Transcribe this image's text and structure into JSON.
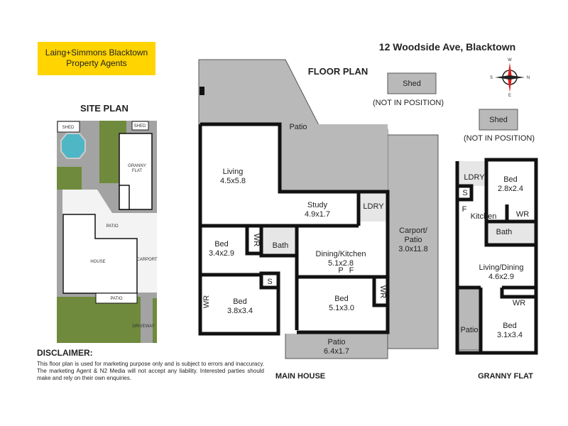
{
  "logo": {
    "line1": "Laing+Simmons Blacktown",
    "line2": "Property Agents",
    "color": "#FFD400"
  },
  "address": "12 Woodside Ave, Blacktown",
  "site_plan": {
    "title": "SITE PLAN",
    "labels": {
      "shed_left": "SHED",
      "shed_right": "SHED",
      "granny_flat_1": "GRANNY",
      "granny_flat_2": "FLAT",
      "patio_top": "PATIO",
      "house": "HOUSE",
      "carport": "CARPORT",
      "patio_bottom": "PATIO",
      "driveway": "DRIVEWAY"
    }
  },
  "floor_plan": {
    "title": "FLOOR PLAN",
    "main_house_label": "MAIN HOUSE",
    "granny_flat_label": "GRANNY FLAT",
    "sheds": [
      {
        "label": "Shed",
        "note": "(NOT IN POSITION)"
      },
      {
        "label": "Shed",
        "note": "(NOT IN POSITION)"
      }
    ],
    "compass": {
      "n": "N",
      "s": "S",
      "e": "E",
      "w": "W"
    },
    "main_rooms": {
      "patio_top": "Patio",
      "living": {
        "name": "Living",
        "size": "4.5x5.8"
      },
      "study": {
        "name": "Study",
        "size": "4.9x1.7"
      },
      "ldry": "LDRY",
      "carport": {
        "name1": "Carport/",
        "name2": "Patio",
        "size": "3.0x11.8"
      },
      "bed1": {
        "name": "Bed",
        "size": "3.4x2.9"
      },
      "wr1": "WR",
      "bath": "Bath",
      "dining": {
        "name": "Dining/Kitchen",
        "size": "5.1x2.8"
      },
      "p": "P",
      "f": "F",
      "s": "S",
      "bed2": {
        "name": "Bed",
        "size": "3.8x3.4"
      },
      "wr2": "WR",
      "bed3": {
        "name": "Bed",
        "size": "5.1x3.0"
      },
      "wr3": "WR",
      "patio_bottom": {
        "name": "Patio",
        "size": "6.4x1.7"
      }
    },
    "granny_rooms": {
      "ldry": "LDRY",
      "bed1": {
        "name": "Bed",
        "size": "2.8x2.4"
      },
      "s": "S",
      "f": "F",
      "kitchen": "Kitchen",
      "wr1": "WR",
      "bath": "Bath",
      "living": {
        "name": "Living/Dining",
        "size": "4.6x2.9"
      },
      "wr2": "WR",
      "patio": "Patio",
      "bed2": {
        "name": "Bed",
        "size": "3.1x3.4"
      }
    }
  },
  "disclaimer": {
    "title": "DISCLAIMER:",
    "text": "This floor plan is used for marketing purpose only and is subject to errors and inaccuracy. The marketing Agent & N2 Media will not accept any liability. Interested parties should make and rely on their own enquiries."
  }
}
